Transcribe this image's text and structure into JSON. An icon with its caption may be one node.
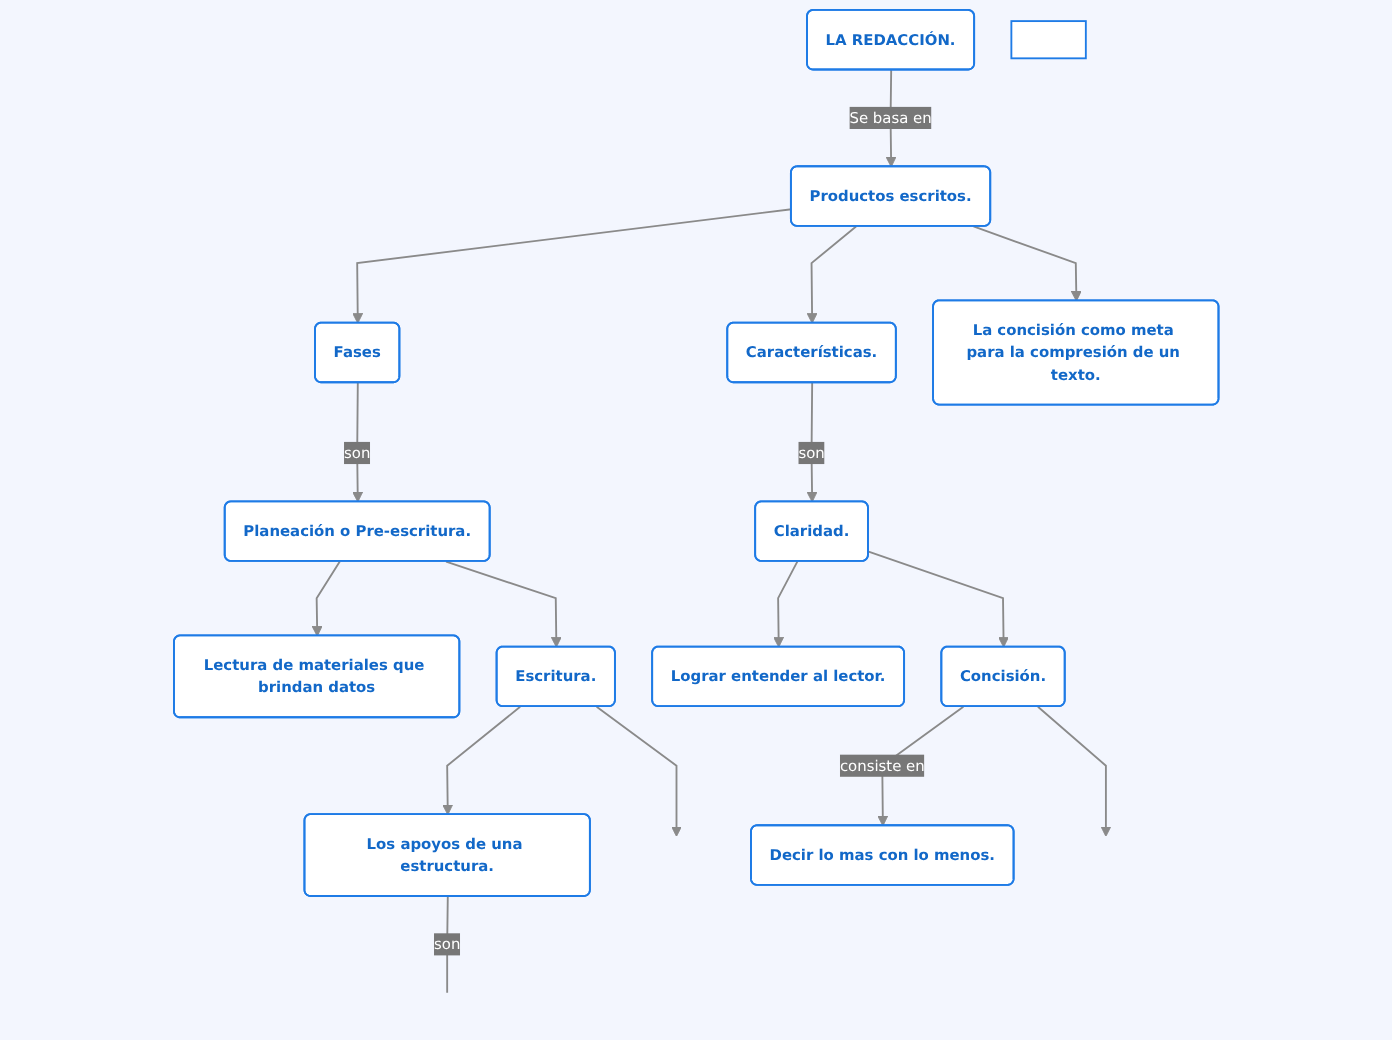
{
  "diagram": {
    "nodes": [
      {
        "text": [
          "LA REDACCIÓN."
        ]
      },
      {
        "text": [
          "Productos escritos."
        ]
      },
      {
        "text": [
          "Fases"
        ]
      },
      {
        "text": [
          "Características."
        ]
      },
      {
        "text": [
          "Lectura de materiales que brindan datos"
        ]
      },
      {
        "text": [
          "Planeación o Pre-escritura."
        ]
      },
      {
        "text": [
          "La concisión como meta para la compresión de un texto."
        ]
      },
      {
        "text": [
          "Claridad."
        ]
      },
      {
        "text": [
          "Lograr entender al lector."
        ]
      },
      {
        "text": [
          "Los apoyos de una estructura."
        ]
      },
      {
        "text": [
          "Escritura."
        ]
      },
      {
        "text": [
          "Concisión."
        ]
      },
      {
        "text": [
          "Decir lo mas con lo menos."
        ]
      },
      {
        "text": [],
        "shape": "box"
      }
    ],
    "edges": [
      {
        "from": 0,
        "to": 1,
        "arrow": "to",
        "label": "Se basa en"
      },
      {
        "from": 1,
        "to": 2,
        "arrow": "to"
      },
      {
        "from": 1,
        "to": 3,
        "arrow": "to"
      },
      {
        "from": 1,
        "to": 6,
        "arrow": "to"
      },
      {
        "from": 2,
        "to": 5,
        "arrow": "to",
        "label": "son"
      },
      {
        "from": 3,
        "to": 7,
        "arrow": "to",
        "label": "son"
      },
      {
        "from": 5,
        "to": 4,
        "arrow": "to"
      },
      {
        "from": 5,
        "to": 10,
        "arrow": "to"
      },
      {
        "from": 7,
        "to": 8,
        "arrow": "to"
      },
      {
        "from": 7,
        "to": 11,
        "arrow": "to"
      },
      {
        "from": 10,
        "to": 9,
        "arrow": "to"
      },
      {
        "from": 11,
        "to": 12,
        "arrow": "to",
        "label": "consiste en"
      },
      {
        "from": 9,
        "to": null,
        "arrow": "none",
        "label": "son"
      },
      {
        "from": 10,
        "to": null,
        "arrow": "to"
      },
      {
        "from": 11,
        "to": null,
        "arrow": "to"
      }
    ]
  }
}
